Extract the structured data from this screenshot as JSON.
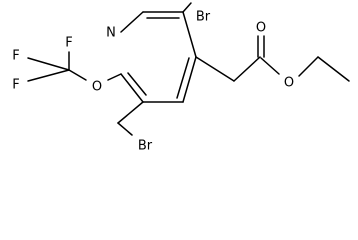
{
  "structure": {
    "ring_nitrogen": "N",
    "bromo_ring": "Br",
    "bromo_methyl": "Br",
    "ether_oxygen": "O",
    "carbonyl_oxygen": "O",
    "ester_oxygen": "O",
    "fluorine_top": "F",
    "fluorine_left": "F",
    "fluorine_bottom": "F",
    "line_color": "#000000",
    "text_color": "#000000"
  }
}
